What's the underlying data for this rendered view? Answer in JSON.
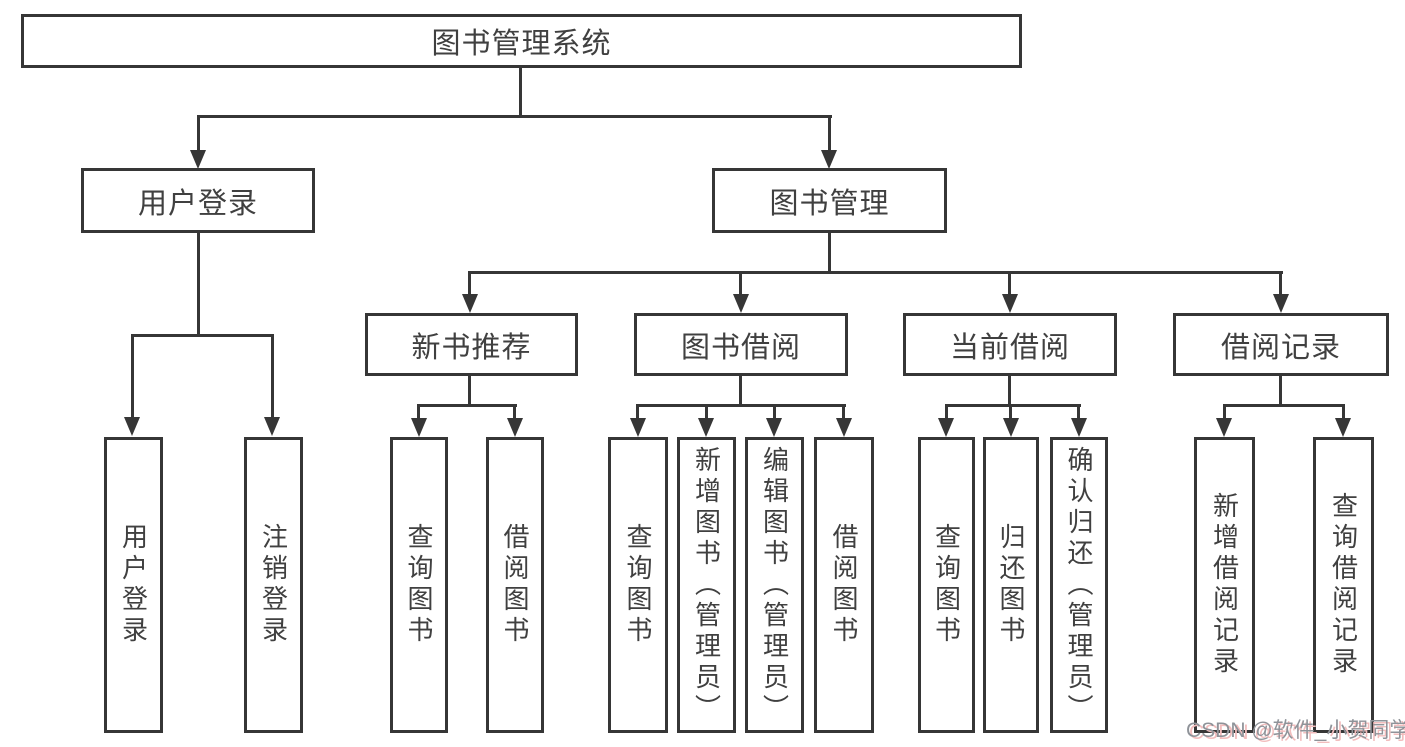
{
  "diagram_title": "图书管理系统",
  "tree": {
    "root": {
      "label": "图书管理系统"
    },
    "branches": [
      {
        "label": "用户登录",
        "children": [
          {
            "label": "用户登录"
          },
          {
            "label": "注销登录"
          }
        ]
      },
      {
        "label": "图书管理",
        "children": [
          {
            "label": "新书推荐",
            "children": [
              {
                "label": "查询图书"
              },
              {
                "label": "借阅图书"
              }
            ]
          },
          {
            "label": "图书借阅",
            "children": [
              {
                "label": "查询图书"
              },
              {
                "label": "新增图书（管理员）"
              },
              {
                "label": "编辑图书（管理员）"
              },
              {
                "label": "借阅图书"
              }
            ]
          },
          {
            "label": "当前借阅",
            "children": [
              {
                "label": "查询图书"
              },
              {
                "label": "归还图书"
              },
              {
                "label": "确认归还（管理员）"
              }
            ]
          },
          {
            "label": "借阅记录",
            "children": [
              {
                "label": "新增借阅记录"
              },
              {
                "label": "查询借阅记录"
              }
            ]
          }
        ]
      }
    ]
  },
  "watermark": {
    "text": "CSDN @软件_小贺同学"
  },
  "colors": {
    "line": "#363636",
    "text": "#404040",
    "box_background": "#ffffff",
    "watermark_text": "#8f9399",
    "watermark_shadow": "#f2bdbd"
  }
}
